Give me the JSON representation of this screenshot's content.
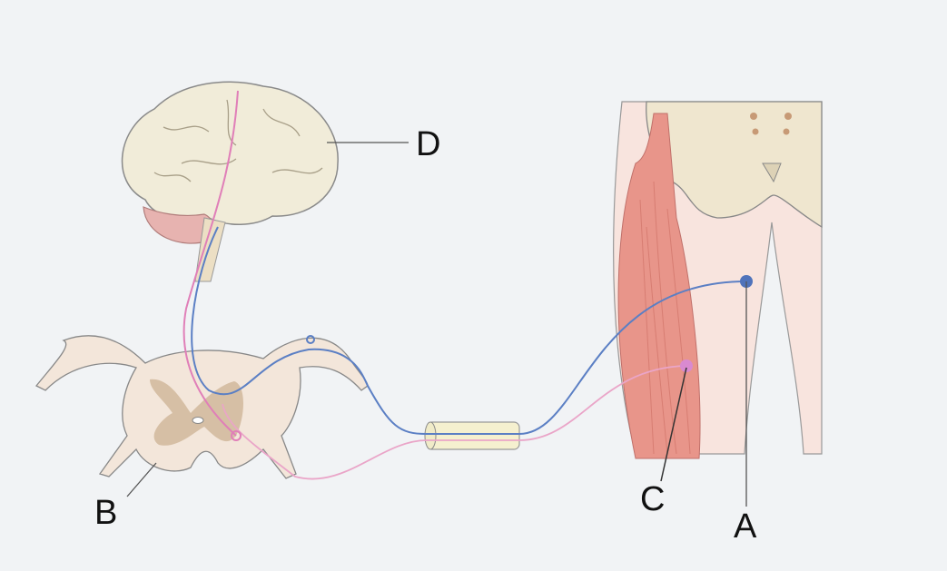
{
  "diagram": {
    "labels": {
      "a": "A",
      "b": "B",
      "c": "C",
      "d": "D"
    },
    "colors": {
      "sensory": "#5b7fc4",
      "motor": "#e07fb8",
      "background": "#f1f3f5",
      "muscle": "#e8958a",
      "bone": "#efe6cf",
      "cord": "#f3e6da",
      "grey_matter": "#d6bfa5"
    }
  }
}
